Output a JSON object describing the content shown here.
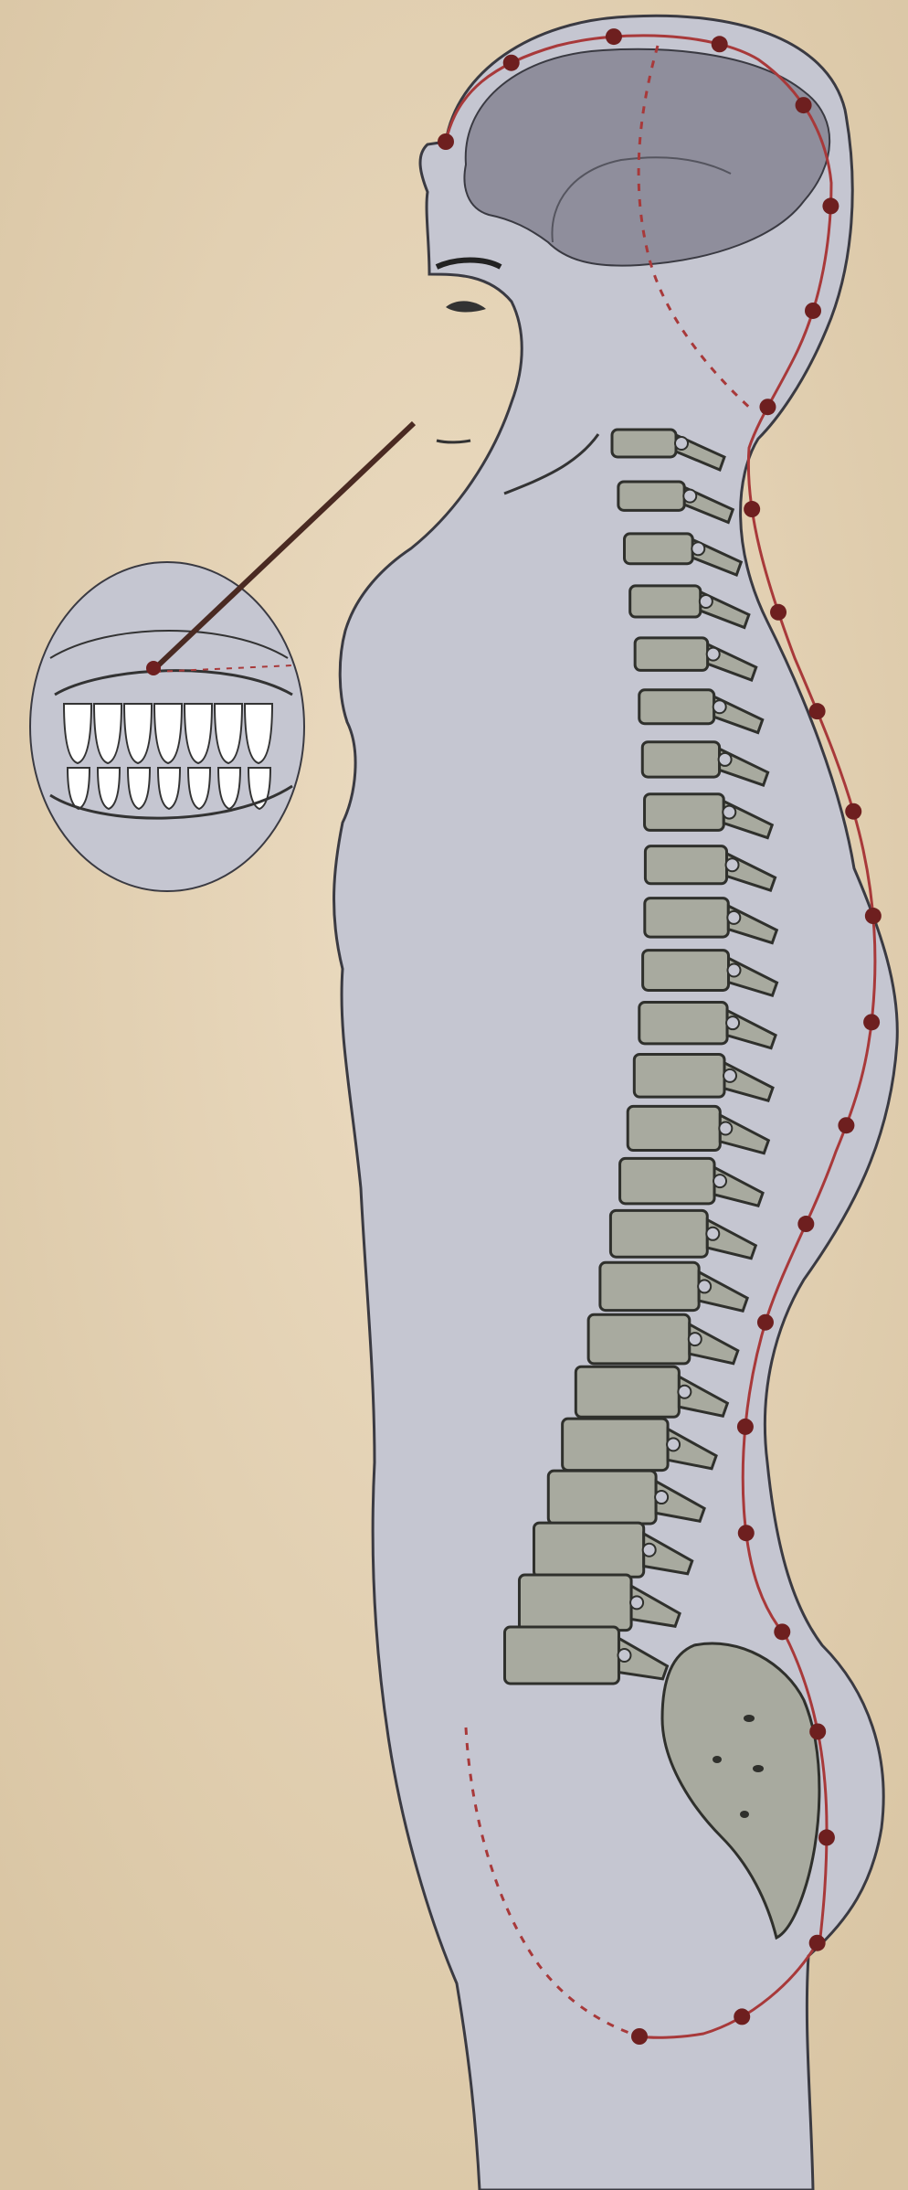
{
  "figure": {
    "subject": "side-profile-body-with-spine",
    "colors": {
      "paper": "#e6d6bb",
      "paper_shade": "#d9c6a4",
      "body_fill": "#c5c6d1",
      "body_outline": "#3a3a42",
      "brain_fill": "#8f8e9c",
      "bone_fill": "#a8aa9f",
      "bone_outline": "#2f302c",
      "meridian_line": "#a8393a",
      "acupoint": "#6e1f1f",
      "leader_line": "#4a2a22"
    },
    "acupoint_count": 25,
    "teeth_inset": {
      "shape": "oval",
      "content": "open-mouth-teeth-front-view"
    },
    "icons": [
      "brain-shape",
      "vertebra-shape",
      "sacrum-shape",
      "acupoint-dot"
    ]
  }
}
